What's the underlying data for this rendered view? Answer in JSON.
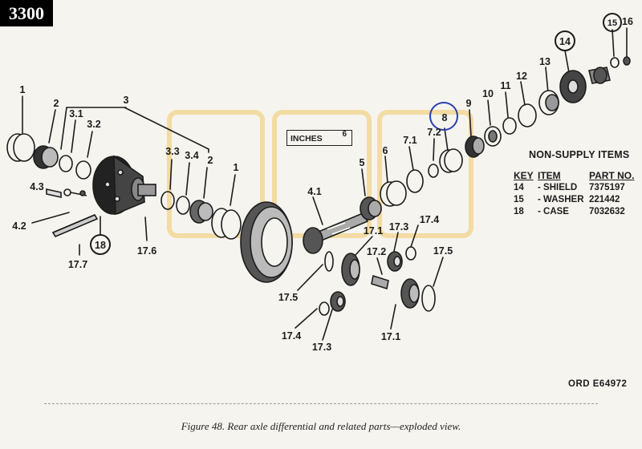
{
  "badge": "3300",
  "inches_scale": {
    "label": "INCHES",
    "value": "6"
  },
  "callouts": {
    "c1a": "1",
    "c2a": "2",
    "c31": "3.1",
    "c32": "3.2",
    "c3": "3",
    "c33": "3.3",
    "c34": "3.4",
    "c2b": "2",
    "c1b": "1",
    "c43": "4.3",
    "c42": "4.2",
    "c18": "18",
    "c177": "17.7",
    "c176": "17.6",
    "c41": "4.1",
    "c5": "5",
    "c6": "6",
    "c71": "7.1",
    "c72": "7.2",
    "c8": "8",
    "c9": "9",
    "c10": "10",
    "c11": "11",
    "c12": "12",
    "c13": "13",
    "c14": "14",
    "c15": "15",
    "c16": "16",
    "c171a": "17.1",
    "c173a": "17.3",
    "c174a": "17.4",
    "c172": "17.2",
    "c175a": "17.5",
    "c175b": "17.5",
    "c174b": "17.4",
    "c173b": "17.3",
    "c171b": "17.1"
  },
  "non_supply": {
    "title": "NON-SUPPLY ITEMS",
    "headers": {
      "key": "KEY",
      "item": "ITEM",
      "part": "PART NO."
    },
    "rows": [
      {
        "key": "14",
        "item": "- SHIELD",
        "part": "7375197"
      },
      {
        "key": "15",
        "item": "- WASHER",
        "part": "221442"
      },
      {
        "key": "18",
        "item": "- CASE",
        "part": "7032632"
      }
    ]
  },
  "ord_ref": "ORD  E64972",
  "caption": "Figure 48.   Rear axle differential and related parts—exploded view.",
  "colors": {
    "highlight": "#f3dca3",
    "circle": "#2d3fb0",
    "ink": "#1c1c1c",
    "paper": "#f6f4ef"
  }
}
